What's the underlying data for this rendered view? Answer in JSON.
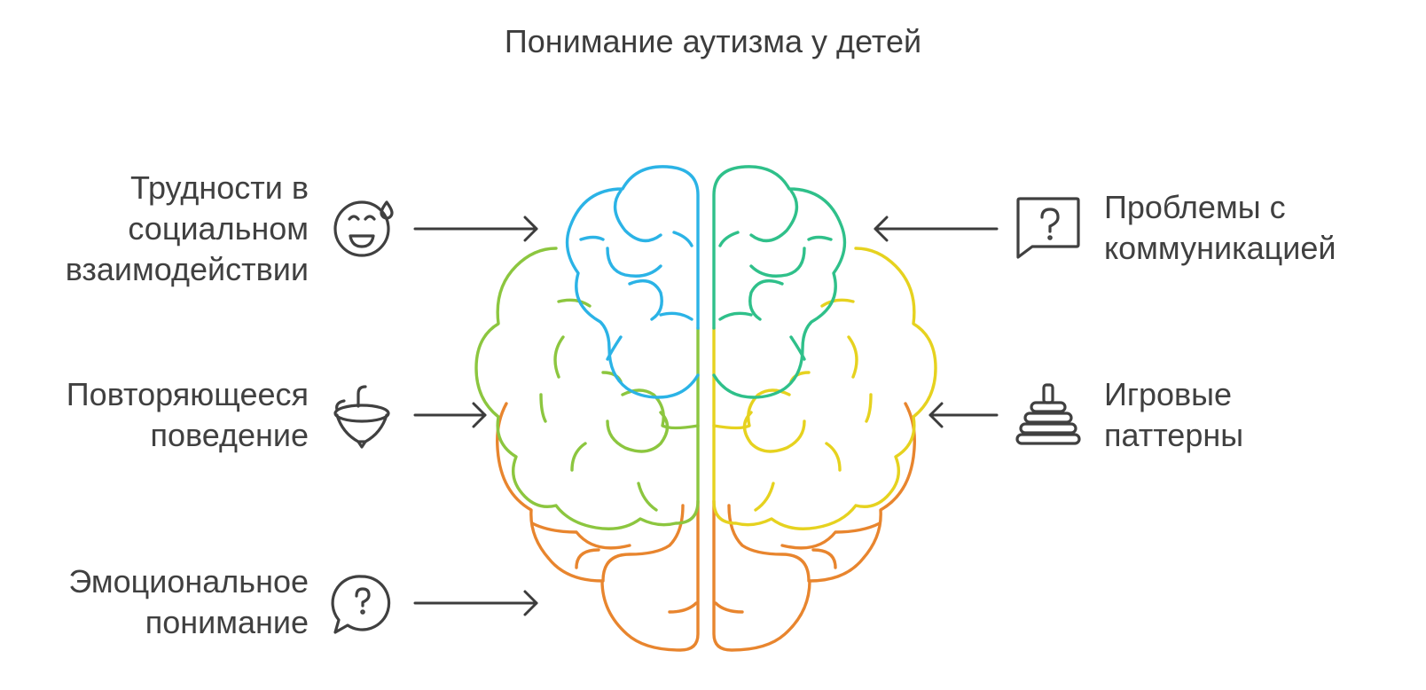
{
  "title": "Понимание аутизма у детей",
  "items": {
    "social": {
      "lines": [
        "Трудности в",
        "социальном",
        "взаимодействии"
      ],
      "icon": "sweat-smile-icon"
    },
    "repetitive": {
      "lines": [
        "Повторяющееся",
        "поведение"
      ],
      "icon": "spinning-top-icon"
    },
    "emotional": {
      "lines": [
        "Эмоциональное",
        "понимание"
      ],
      "icon": "question-bubble-icon"
    },
    "communication": {
      "lines": [
        "Проблемы с",
        "коммуникацией"
      ],
      "icon": "question-sign-icon"
    },
    "play": {
      "lines": [
        "Игровые",
        "паттерны"
      ],
      "icon": "stacking-rings-icon"
    }
  },
  "colors": {
    "blue": "#2bb3e6",
    "teal": "#2fc08a",
    "lime": "#8cc63f",
    "yellow": "#e6d21f",
    "orange": "#e8852e",
    "text": "#404040"
  }
}
